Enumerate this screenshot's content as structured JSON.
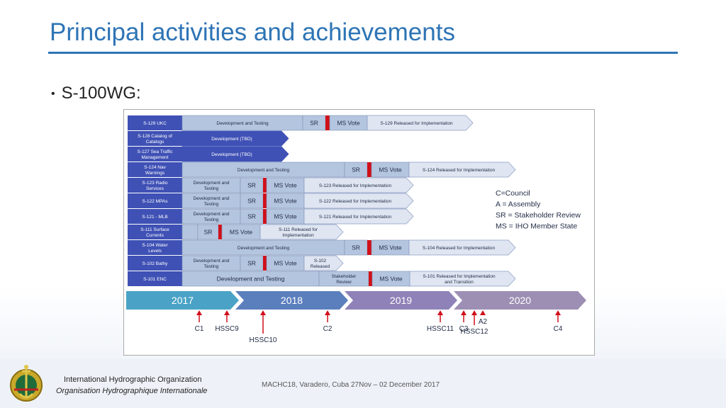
{
  "slide": {
    "title": "Principal activities and achievements",
    "bullet": "S-100WG:",
    "footer": {
      "org_en": "International Hydrographic Organization",
      "org_fr": "Organisation Hydrographique Internationale",
      "meeting": "MACHC18, Varadero, Cuba 27Nov – 02 December 2017"
    }
  },
  "diagram": {
    "colors": {
      "label": "#3f51b5",
      "bar": "#b4c5df",
      "arrow": "#3f51b5",
      "red": "#d0101a",
      "border": "#7f92b5"
    },
    "rows": [
      {
        "label": [
          "S-129 UKC"
        ],
        "segs": [
          {
            "t": [
              "Development and Testing"
            ],
            "k": "bar"
          },
          {
            "t": [
              "SR"
            ],
            "k": "bar"
          },
          {
            "t": [],
            "k": "red"
          },
          {
            "t": [
              "MS Vote"
            ],
            "k": "bar"
          },
          {
            "t": [
              "S-129 Released for Implementation"
            ],
            "k": "arrow_light"
          }
        ]
      },
      {
        "label": [
          "S-128 Catalog of",
          "Catalogs"
        ],
        "segs": [
          {
            "t": [
              "Development (TBD)"
            ],
            "k": "arrow_blue"
          }
        ]
      },
      {
        "label": [
          "S-127 Sea Traffic",
          "Management"
        ],
        "segs": [
          {
            "t": [
              "Development (TBD)"
            ],
            "k": "arrow_blue"
          }
        ]
      },
      {
        "label": [
          "S-124 Nav",
          "Warnings"
        ],
        "segs": [
          {
            "t": [
              "Development and Testing"
            ],
            "k": "bar"
          },
          {
            "t": [
              "SR"
            ],
            "k": "bar"
          },
          {
            "t": [],
            "k": "red"
          },
          {
            "t": [
              "MS Vote"
            ],
            "k": "bar"
          },
          {
            "t": [
              "S-124 Released for Implementation"
            ],
            "k": "arrow_light"
          }
        ]
      },
      {
        "label": [
          "S-123 Radio",
          "Services"
        ],
        "segs": [
          {
            "t": [
              "Development and",
              "Testing"
            ],
            "k": "bar"
          },
          {
            "t": [
              "SR"
            ],
            "k": "bar"
          },
          {
            "t": [],
            "k": "red"
          },
          {
            "t": [
              "MS Vote"
            ],
            "k": "bar"
          },
          {
            "t": [
              "S-123 Released for Implementation"
            ],
            "k": "arrow_light"
          }
        ]
      },
      {
        "label": [
          "S-122 MPAs"
        ],
        "segs": [
          {
            "t": [
              "Development and",
              "Testing"
            ],
            "k": "bar"
          },
          {
            "t": [
              "SR"
            ],
            "k": "bar"
          },
          {
            "t": [],
            "k": "red"
          },
          {
            "t": [
              "MS Vote"
            ],
            "k": "bar"
          },
          {
            "t": [
              "S-122 Released for Implementation"
            ],
            "k": "arrow_light"
          }
        ]
      },
      {
        "label": [
          "S-121 - MLB"
        ],
        "segs": [
          {
            "t": [
              "Development and",
              "Testing"
            ],
            "k": "bar"
          },
          {
            "t": [
              "SR"
            ],
            "k": "bar"
          },
          {
            "t": [],
            "k": "red"
          },
          {
            "t": [
              "MS Vote"
            ],
            "k": "bar"
          },
          {
            "t": [
              "S-121 Released for Implementation"
            ],
            "k": "arrow_light"
          }
        ]
      },
      {
        "label": [
          "S-111 Surface",
          "Currents"
        ],
        "segs": [
          {
            "t": [],
            "k": "bar"
          },
          {
            "t": [
              "SR"
            ],
            "k": "bar"
          },
          {
            "t": [],
            "k": "red"
          },
          {
            "t": [
              "MS Vote"
            ],
            "k": "bar"
          },
          {
            "t": [
              "S-111 Released for",
              "Implementation"
            ],
            "k": "arrow_light"
          }
        ]
      },
      {
        "label": [
          "S-104 Water",
          "Levels"
        ],
        "segs": [
          {
            "t": [
              "Development and Testing"
            ],
            "k": "bar"
          },
          {
            "t": [
              "SR"
            ],
            "k": "bar"
          },
          {
            "t": [],
            "k": "red"
          },
          {
            "t": [
              "MS Vote"
            ],
            "k": "bar"
          },
          {
            "t": [
              "S-104 Released for Implementation"
            ],
            "k": "arrow_light"
          }
        ]
      },
      {
        "label": [
          "S-102 Bathy"
        ],
        "segs": [
          {
            "t": [
              "Development and",
              "Testing"
            ],
            "k": "bar"
          },
          {
            "t": [
              "SR"
            ],
            "k": "bar"
          },
          {
            "t": [],
            "k": "red"
          },
          {
            "t": [
              "MS Vote"
            ],
            "k": "bar"
          },
          {
            "t": [
              "S-102",
              "Released"
            ],
            "k": "arrow_light"
          }
        ]
      },
      {
        "label": [
          "S-101 ENC"
        ],
        "segs": [
          {
            "t": [
              "Development and Testing"
            ],
            "k": "bar"
          },
          {
            "t": [
              "Stakeholder",
              "Review"
            ],
            "k": "bar"
          },
          {
            "t": [],
            "k": "red"
          },
          {
            "t": [
              "MS Vote"
            ],
            "k": "bar"
          },
          {
            "t": [
              "S-101 Released for Implementation",
              "and Transition"
            ],
            "k": "arrow_light"
          }
        ]
      }
    ],
    "legend": [
      "C=Council",
      "A = Assembly",
      "SR = Stakeholder Review",
      "MS = IHO Member State"
    ],
    "years": [
      {
        "label": "2017",
        "color": "#4aa3c6"
      },
      {
        "label": "2018",
        "color": "#5b7fbd"
      },
      {
        "label": "2019",
        "color": "#8e82b8"
      },
      {
        "label": "2020",
        "color": "#9d8fb4"
      }
    ],
    "markers": [
      {
        "label": "C1",
        "pos": "low"
      },
      {
        "label": "HSSC9",
        "pos": "high"
      },
      {
        "label": "HSSC10",
        "pos": "high"
      },
      {
        "label": "C2",
        "pos": "low"
      },
      {
        "label": "HSSC11",
        "pos": "high"
      },
      {
        "label": "C3",
        "pos": "low"
      },
      {
        "label": "A2",
        "pos": "low"
      },
      {
        "label": "HSSC12",
        "pos": "high"
      },
      {
        "label": "C4",
        "pos": "low"
      }
    ]
  }
}
